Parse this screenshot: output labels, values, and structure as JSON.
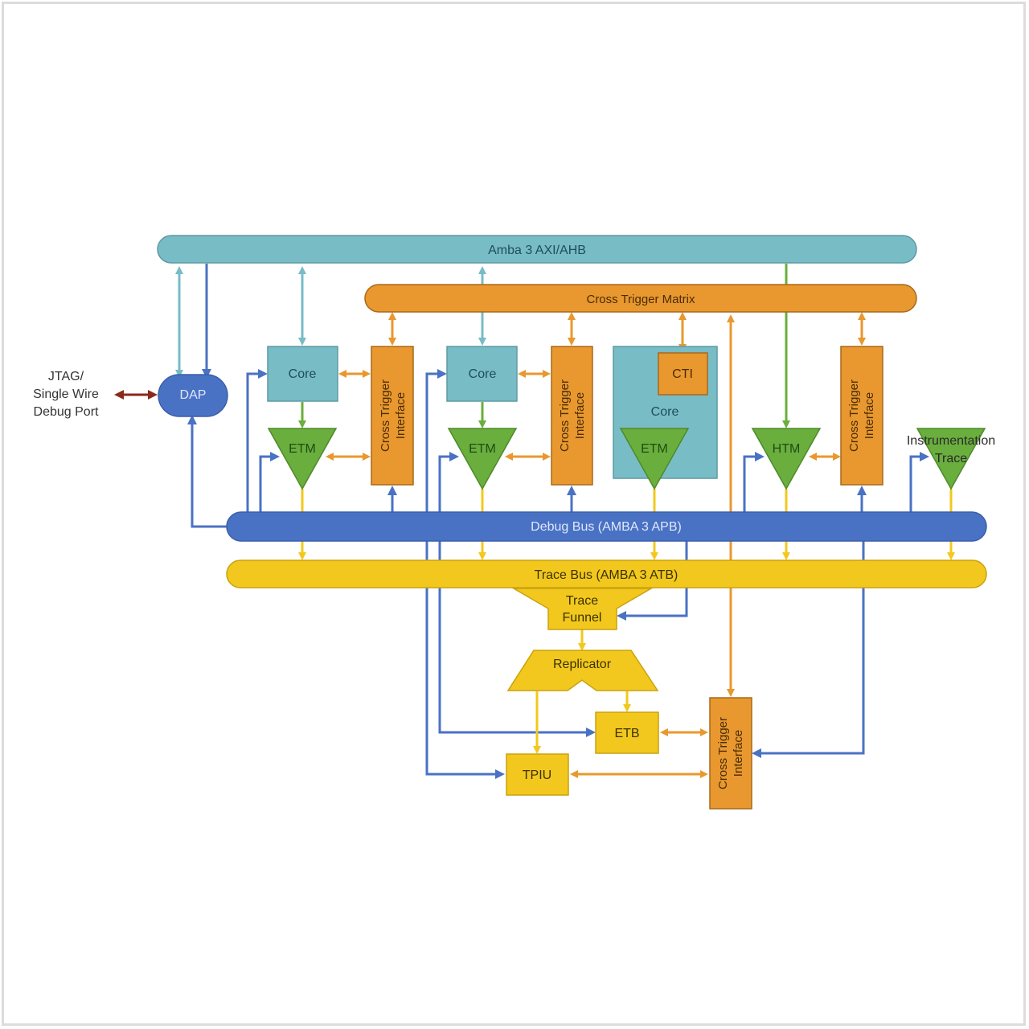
{
  "diagram": {
    "buses": {
      "axi": "Amba 3 AXI/AHB",
      "ctm": "Cross Trigger Matrix",
      "debug": "Debug Bus (AMBA 3 APB)",
      "trace": "Trace Bus (AMBA 3 ATB)"
    },
    "external_port": {
      "line1": "JTAG/",
      "line2": "Single Wire",
      "line3": "Debug Port"
    },
    "dap": "DAP",
    "cores": [
      {
        "core": "Core",
        "etm": "ETM",
        "cti_line1": "Cross Trigger",
        "cti_line2": "Interface"
      },
      {
        "core": "Core",
        "etm": "ETM",
        "cti_line1": "Cross Trigger",
        "cti_line2": "Interface"
      },
      {
        "core": "Core",
        "etm": "ETM",
        "cti": "CTI"
      }
    ],
    "htm": "HTM",
    "htm_cti": {
      "line1": "Cross Trigger",
      "line2": "Interface"
    },
    "instrumentation": {
      "line1": "Instrumentation",
      "line2": "Trace"
    },
    "funnel": {
      "line1": "Trace",
      "line2": "Funnel"
    },
    "replicator": "Replicator",
    "etb": "ETB",
    "tpiu": "TPIU",
    "sink_cti": {
      "line1": "Cross Trigger",
      "line2": "Interface"
    },
    "colors": {
      "axi": "#78bcc6",
      "ctm": "#e8982e",
      "debug": "#4a72c4",
      "trace": "#f2c81e",
      "etm": "#6aae3e",
      "jtag": "#8a2a1a"
    }
  }
}
